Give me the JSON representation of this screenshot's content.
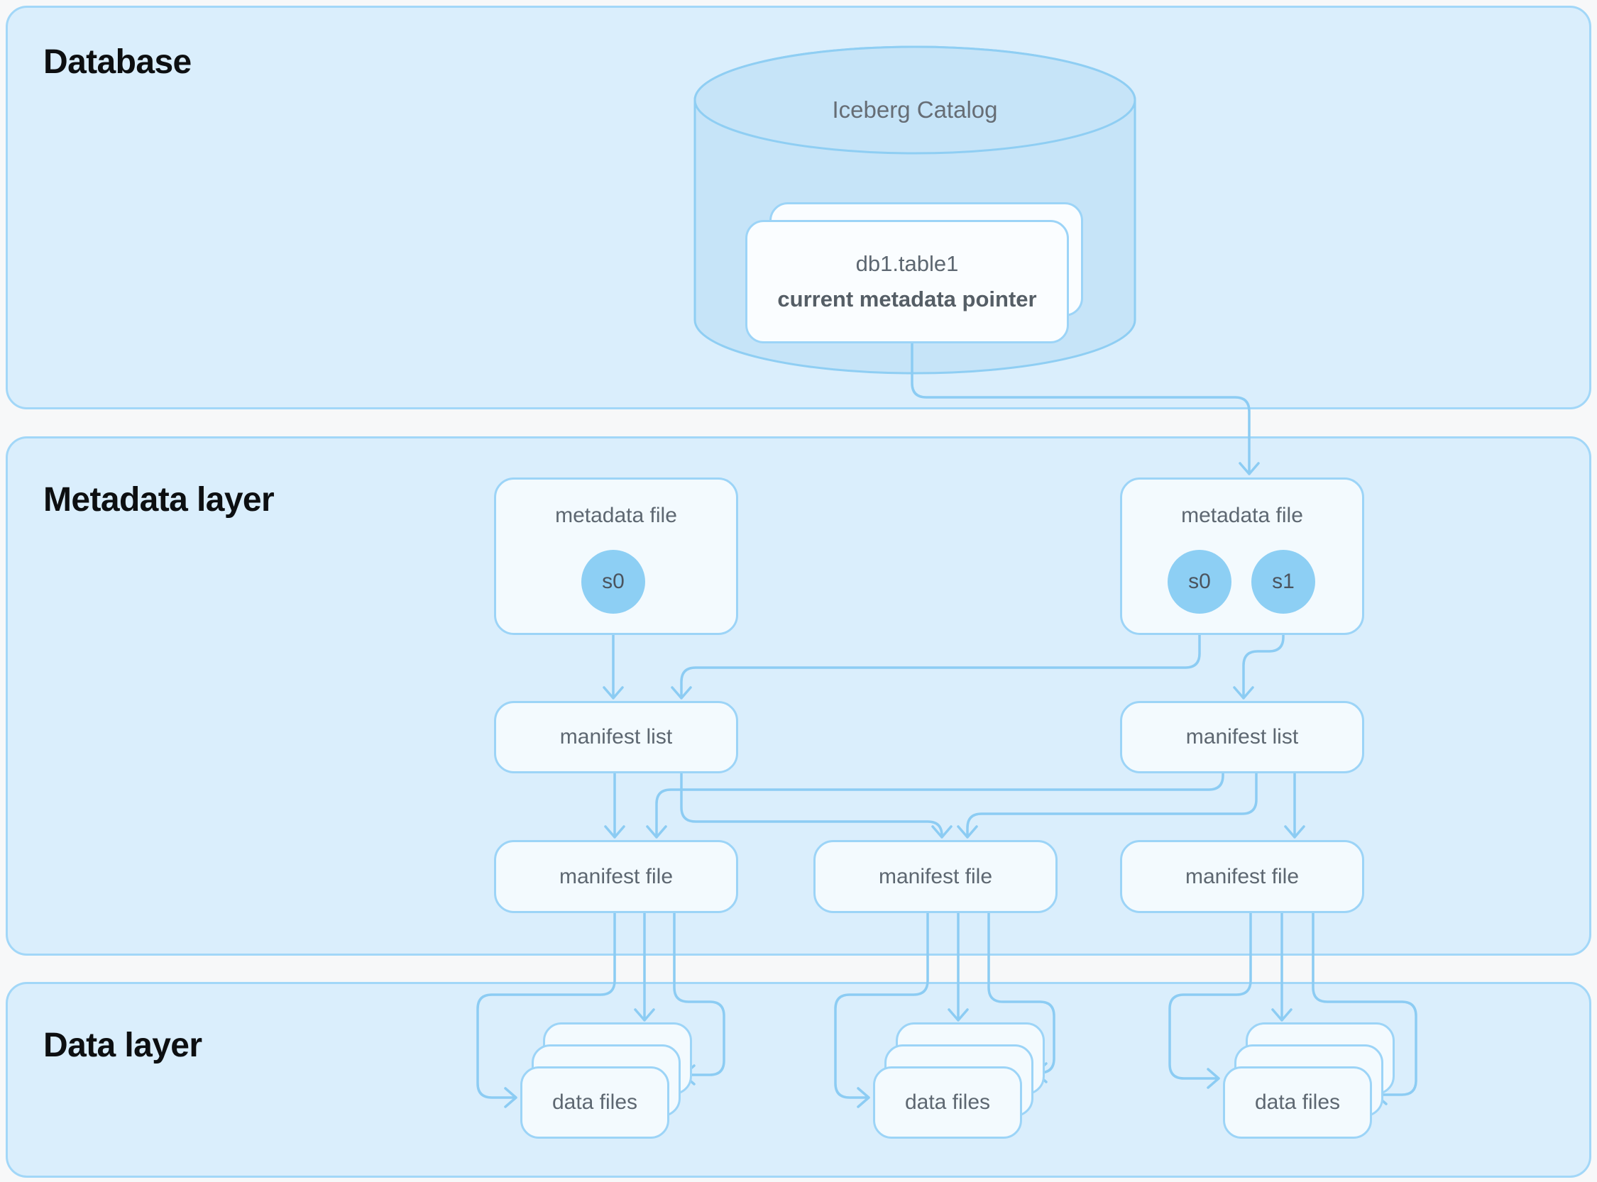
{
  "diagram": {
    "layers": [
      {
        "title": "Database"
      },
      {
        "title": "Metadata layer"
      },
      {
        "title": "Data layer"
      }
    ],
    "catalog": {
      "label": "Iceberg Catalog",
      "table_card": {
        "table": "db1.table1",
        "pointer": "current metadata pointer"
      }
    },
    "metadata_files": [
      {
        "label": "metadata file",
        "snapshots": [
          "s0"
        ]
      },
      {
        "label": "metadata file",
        "snapshots": [
          "s0",
          "s1"
        ]
      }
    ],
    "manifest_lists": [
      {
        "label": "manifest list"
      },
      {
        "label": "manifest list"
      }
    ],
    "manifest_files": [
      {
        "label": "manifest file"
      },
      {
        "label": "manifest file"
      },
      {
        "label": "manifest file"
      }
    ],
    "data_file_stacks": [
      {
        "label": "data files"
      },
      {
        "label": "data files"
      },
      {
        "label": "data files"
      }
    ]
  },
  "colors": {
    "page_bg": "#f7f8f9",
    "panel_fill": "#daeefc",
    "panel_border": "#a2d7f8",
    "node_fill": "#f3fafe",
    "node_border": "#9cd4f7",
    "card_fill": "#fafdff",
    "cylinder_fill": "#c6e4f8",
    "cylinder_border": "#8fcef3",
    "wire": "#8cccf3",
    "snapshot_fill": "#8dcff4",
    "title_text": "#0d0f11",
    "node_text": "#5d6771",
    "snapshot_text": "#4b545e"
  }
}
